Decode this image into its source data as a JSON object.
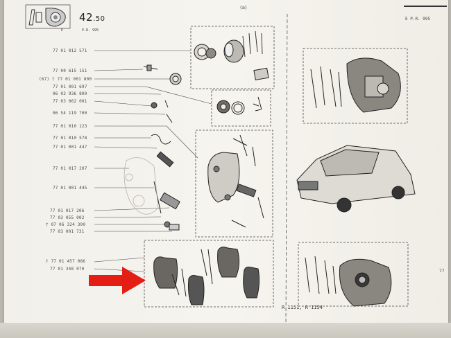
{
  "header": {
    "page_number": "42",
    "page_number_suffix": ".50",
    "section_code_left": "E",
    "section_code_right": "P.R. 995",
    "top_mark": "(a)",
    "right_tab_code": "E  P.R. 995"
  },
  "part_numbers": [
    "77 01 012 571",
    "77 00 615 151",
    "(67) † 77 01 001 800",
    "77 01 001 697",
    "06 03 936 800",
    "77 03 062 001",
    "06 54 119 700",
    "77 01 010 123",
    "77 01 010 578",
    "77 01 001 447",
    "77 01 017 207",
    "77 01 001 445",
    "77 01 017 206",
    "77 03 055 002",
    "† 07 06 324 300",
    "77 03 001 731",
    "† 77 01 457 086",
    "77 01 348 070"
  ],
  "right_edge_ref": "77",
  "model_caption": "R 1151, R 1154",
  "arrow_color": "#e41e14",
  "icons": [
    "brake-parts-thumbnail-icon",
    "red-arrow-icon",
    "renault-16-car-icon"
  ]
}
